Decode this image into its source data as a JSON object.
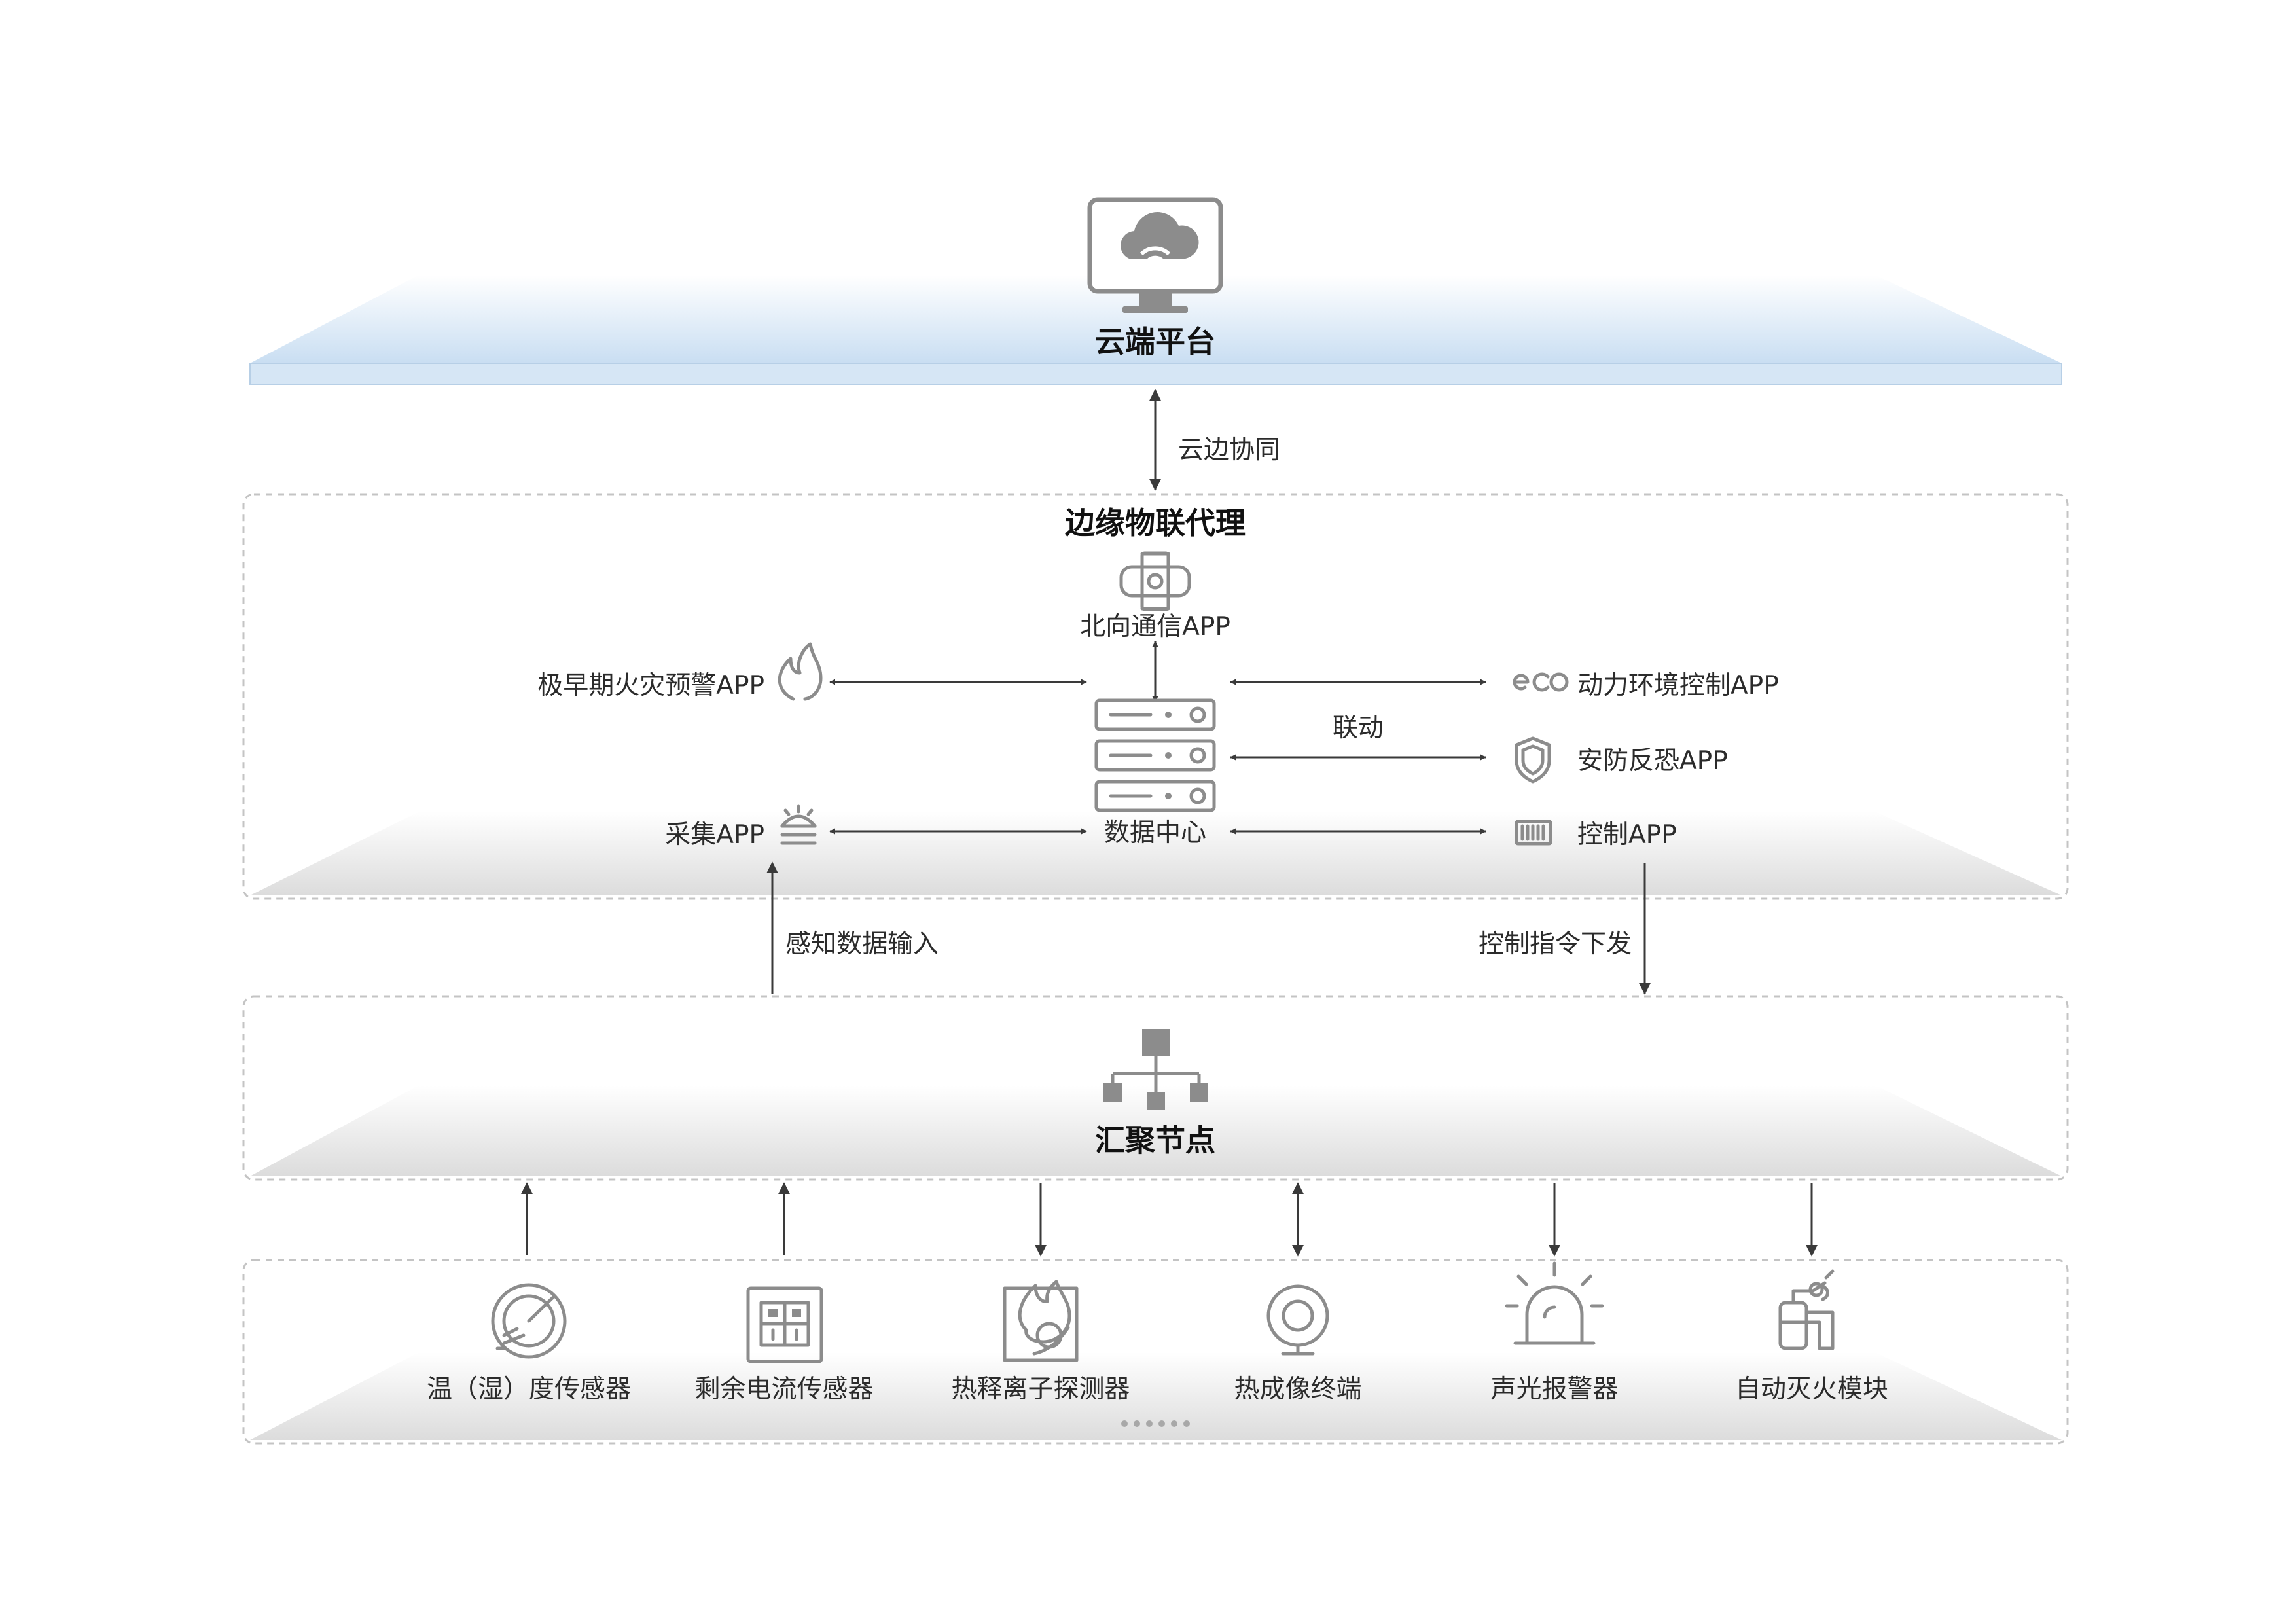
{
  "cloud": {
    "title": "云端平台"
  },
  "sync_label": "云边协同",
  "edge": {
    "title": "边缘物联代理",
    "north_app": "北向通信APP",
    "data_center": "数据中心",
    "fire_warning_app": "极早期火灾预警APP",
    "collect_app": "采集APP",
    "env_control_app": "动力环境控制APP",
    "security_app": "安防反恐APP",
    "control_app": "控制APP",
    "linkage_label": "联动"
  },
  "flows": {
    "sense_input": "感知数据输入",
    "control_issue": "控制指令下发"
  },
  "node": {
    "title": "汇聚节点"
  },
  "devices": [
    {
      "label": "温（湿）度传感器",
      "icon": "gauge-icon"
    },
    {
      "label": "剩余电流传感器",
      "icon": "switch-panel-icon"
    },
    {
      "label": "热释离子探测器",
      "icon": "fire-detector-icon"
    },
    {
      "label": "热成像终端",
      "icon": "camera-icon"
    },
    {
      "label": "声光报警器",
      "icon": "alarm-light-icon"
    },
    {
      "label": "自动灭火模块",
      "icon": "extinguisher-icon"
    }
  ],
  "colors": {
    "cloud_bar": "#d6e6f5",
    "icon_gray": "#8c8c8c",
    "arrow": "#3a3a3a"
  }
}
